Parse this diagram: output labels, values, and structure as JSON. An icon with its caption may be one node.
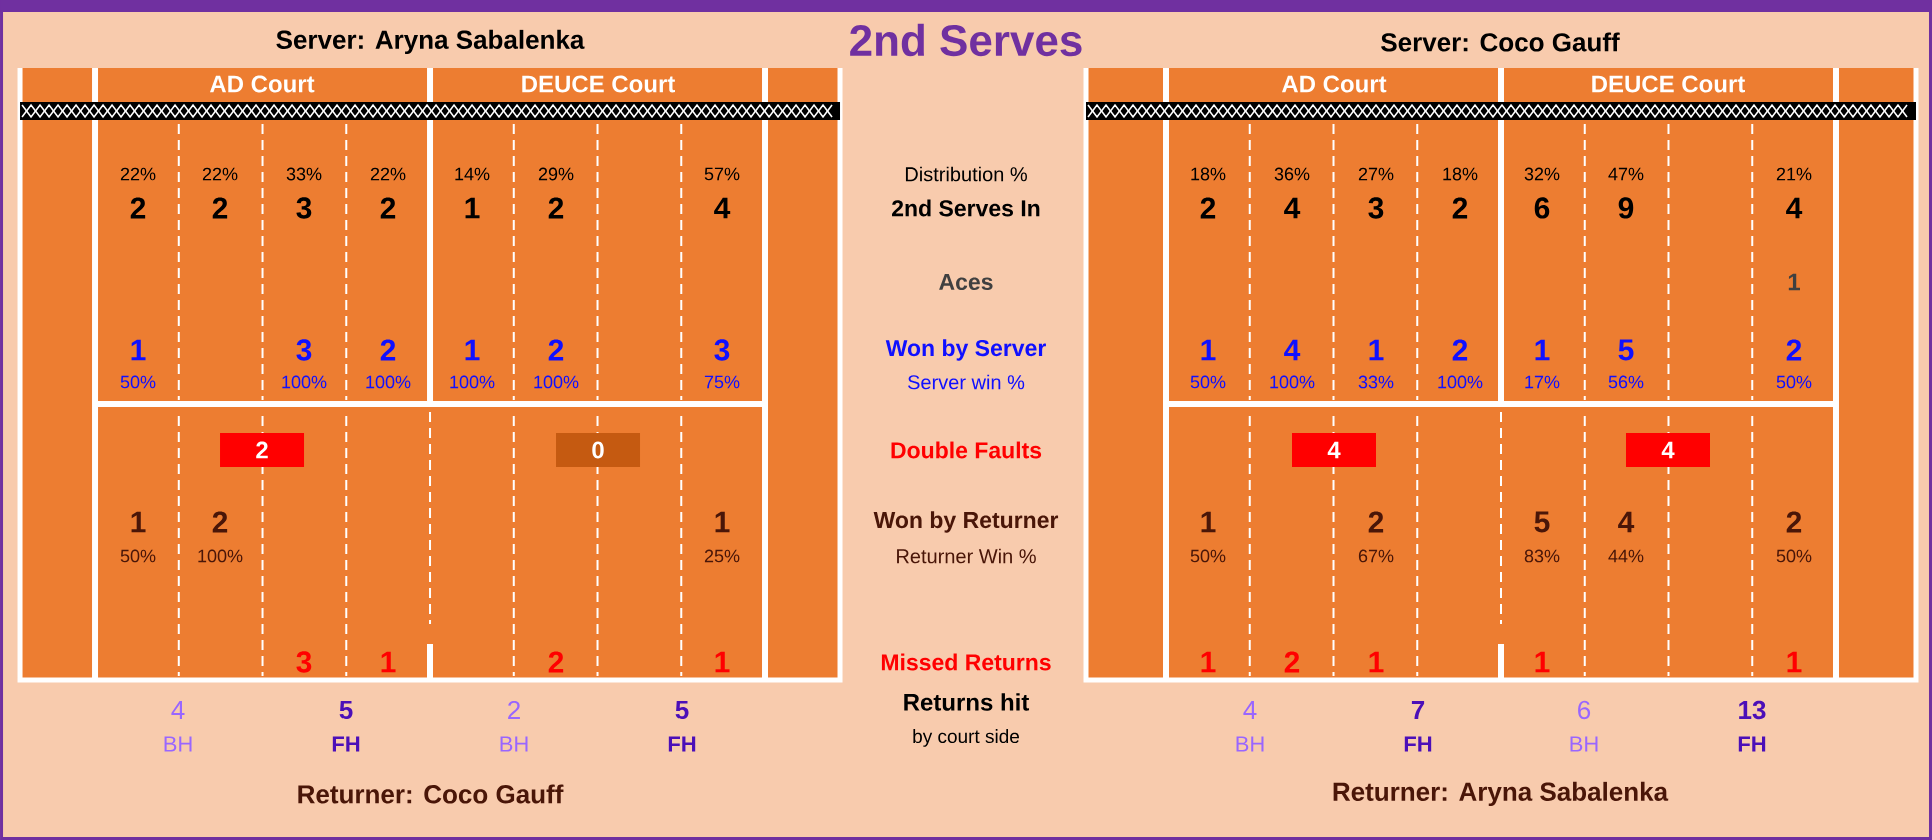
{
  "diagram": {
    "title": "2nd Serves",
    "nodes": [
      {
        "text": [
          "2"
        ]
      },
      {
        "text": [
          "0"
        ]
      },
      {
        "text": [
          "4"
        ]
      },
      {
        "text": [
          "4"
        ]
      }
    ],
    "labels": [
      "Server: Aryna Sabalenka",
      "Server: Coco Gauff",
      "AD Court",
      "DEUCE Court",
      "AD Court",
      "DEUCE Court",
      "22%",
      "22%",
      "33%",
      "22%",
      "14%",
      "29%",
      "57%",
      "Distribution %",
      "18%",
      "36%",
      "27%",
      "18%",
      "32%",
      "47%",
      "21%",
      "2",
      "2",
      "3",
      "2",
      "1",
      "2",
      "4",
      "2nd Serves In",
      "2",
      "4",
      "3",
      "2",
      "6",
      "9",
      "4",
      "Aces",
      "1",
      "1",
      "3",
      "2",
      "1",
      "2",
      "3",
      "Won by Server",
      "1",
      "4",
      "1",
      "2",
      "1",
      "5",
      "2",
      "50%",
      "100%",
      "100%",
      "100%",
      "100%",
      "75%",
      "Server win %",
      "50%",
      "100%",
      "33%",
      "100%",
      "17%",
      "56%",
      "50%",
      "Double Faults",
      "1",
      "2",
      "1",
      "Won by Returner",
      "1",
      "2",
      "5",
      "4",
      "2",
      "50%",
      "100%",
      "25%",
      "Returner Win %",
      "50%",
      "67%",
      "83%",
      "44%",
      "50%",
      "3",
      "1",
      "2",
      "1",
      "Missed Returns",
      "1",
      "2",
      "1",
      "1",
      "1",
      "4",
      "5",
      "2",
      "5",
      "Returns hit",
      "4",
      "7",
      "6",
      "13",
      "BH",
      "FH",
      "BH",
      "FH",
      "by court side",
      "BH",
      "FH",
      "BH",
      "FH",
      "Returner: Coco Gauff",
      "Returner: Aryna Sabalenka"
    ]
  }
}
